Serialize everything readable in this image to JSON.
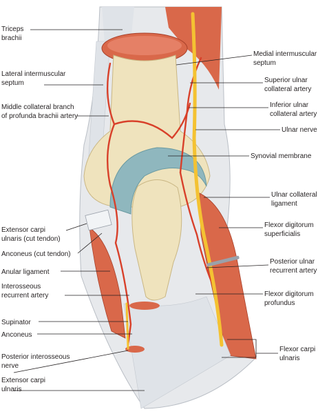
{
  "figure": {
    "left_labels": [
      {
        "id": "triceps",
        "lines": [
          "Triceps",
          "brachii"
        ]
      },
      {
        "id": "lat_septum",
        "lines": [
          "Lateral intermuscular",
          "septum"
        ]
      },
      {
        "id": "middle_collateral",
        "lines": [
          "Middle collateral branch",
          "of profunda brachii artery"
        ]
      },
      {
        "id": "ecu_cut",
        "lines": [
          "Extensor carpi",
          "ulnaris (cut tendon)"
        ]
      },
      {
        "id": "anconeus_cut",
        "lines": [
          "Anconeus (cut tendon)"
        ]
      },
      {
        "id": "anular",
        "lines": [
          "Anular ligament"
        ]
      },
      {
        "id": "interosseous_recurrent",
        "lines": [
          "Interosseous",
          "recurrent artery"
        ]
      },
      {
        "id": "supinator",
        "lines": [
          "Supinator"
        ]
      },
      {
        "id": "anconeus",
        "lines": [
          "Anconeus"
        ]
      },
      {
        "id": "post_interosseous",
        "lines": [
          "Posterior interosseous",
          "nerve"
        ]
      },
      {
        "id": "ecu",
        "lines": [
          "Extensor carpi",
          "ulnaris"
        ]
      }
    ],
    "right_labels": [
      {
        "id": "med_septum",
        "lines": [
          "Medial intermuscular",
          "septum"
        ]
      },
      {
        "id": "sup_ulnar_coll",
        "lines": [
          "Superior ulnar",
          "collateral artery"
        ]
      },
      {
        "id": "inf_ulnar_coll",
        "lines": [
          "Inferior ulnar",
          "collateral artery"
        ]
      },
      {
        "id": "ulnar_nerve",
        "lines": [
          "Ulnar nerve"
        ]
      },
      {
        "id": "synovial",
        "lines": [
          "Synovial membrane"
        ]
      },
      {
        "id": "ulnar_coll_lig",
        "lines": [
          "Ulnar collateral",
          "ligament"
        ]
      },
      {
        "id": "fds",
        "lines": [
          "Flexor digitorum",
          "superficialis"
        ]
      },
      {
        "id": "post_ulnar_recurrent",
        "lines": [
          "Posterior ulnar",
          "recurrent artery"
        ]
      },
      {
        "id": "fdp",
        "lines": [
          "Flexor digitorum",
          "profundus"
        ]
      },
      {
        "id": "fcu",
        "lines": [
          "Flexor carpi",
          "ulnaris"
        ]
      }
    ],
    "colors": {
      "bone": "#efe3bd",
      "bone_shade": "#d9c998",
      "muscle": "#d9684a",
      "muscle_dark": "#b94a32",
      "tendon": "#dfe3e8",
      "synovial": "#8fb7be",
      "artery": "#d8402a",
      "nerve": "#f4c232",
      "line": "#231f20"
    }
  }
}
